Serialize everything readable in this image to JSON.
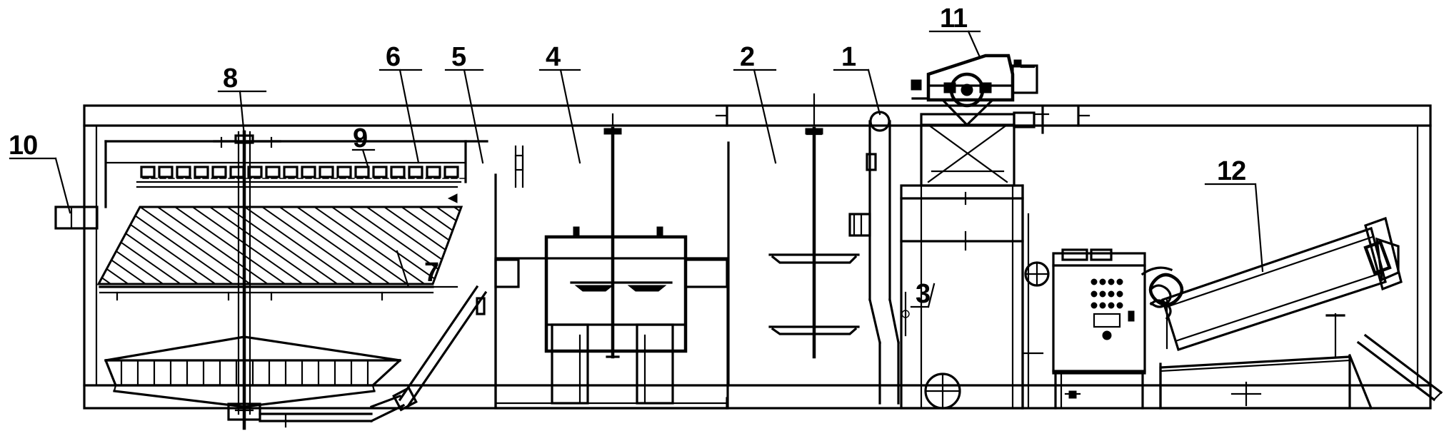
{
  "labels": {
    "c1": "1",
    "c2": "2",
    "c3": "3",
    "c4": "4",
    "c5": "5",
    "c6": "6",
    "c7": "7",
    "c8": "8",
    "c9": "9",
    "c10": "10",
    "c11": "11",
    "c12": "12"
  }
}
